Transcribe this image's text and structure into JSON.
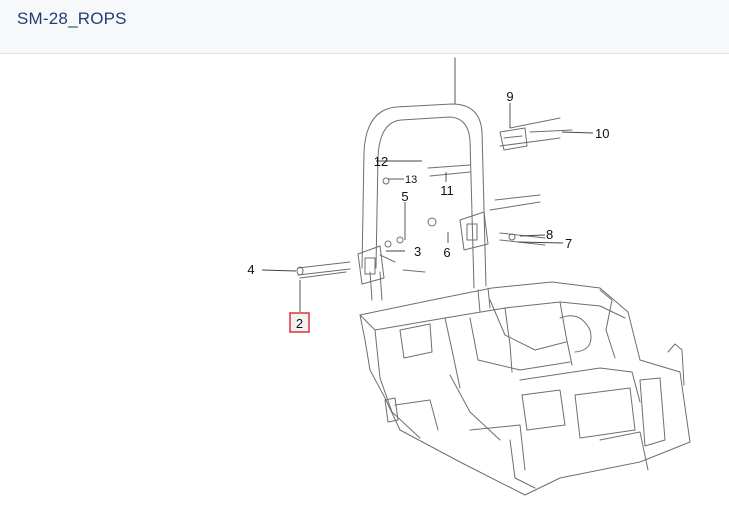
{
  "header": {
    "title": "SM-28_ROPS"
  },
  "callouts": [
    {
      "id": "2",
      "label": "2",
      "highlighted": true
    },
    {
      "id": "3",
      "label": "3"
    },
    {
      "id": "4",
      "label": "4"
    },
    {
      "id": "5",
      "label": "5"
    },
    {
      "id": "6",
      "label": "6"
    },
    {
      "id": "7",
      "label": "7"
    },
    {
      "id": "8",
      "label": "8"
    },
    {
      "id": "9",
      "label": "9"
    },
    {
      "id": "10",
      "label": "10"
    },
    {
      "id": "11",
      "label": "11"
    },
    {
      "id": "12",
      "label": "12"
    },
    {
      "id": "13",
      "label": "13"
    }
  ],
  "colors": {
    "highlight": "#d9343a",
    "title": "#1f3f73",
    "line": "#6a6a6a"
  }
}
